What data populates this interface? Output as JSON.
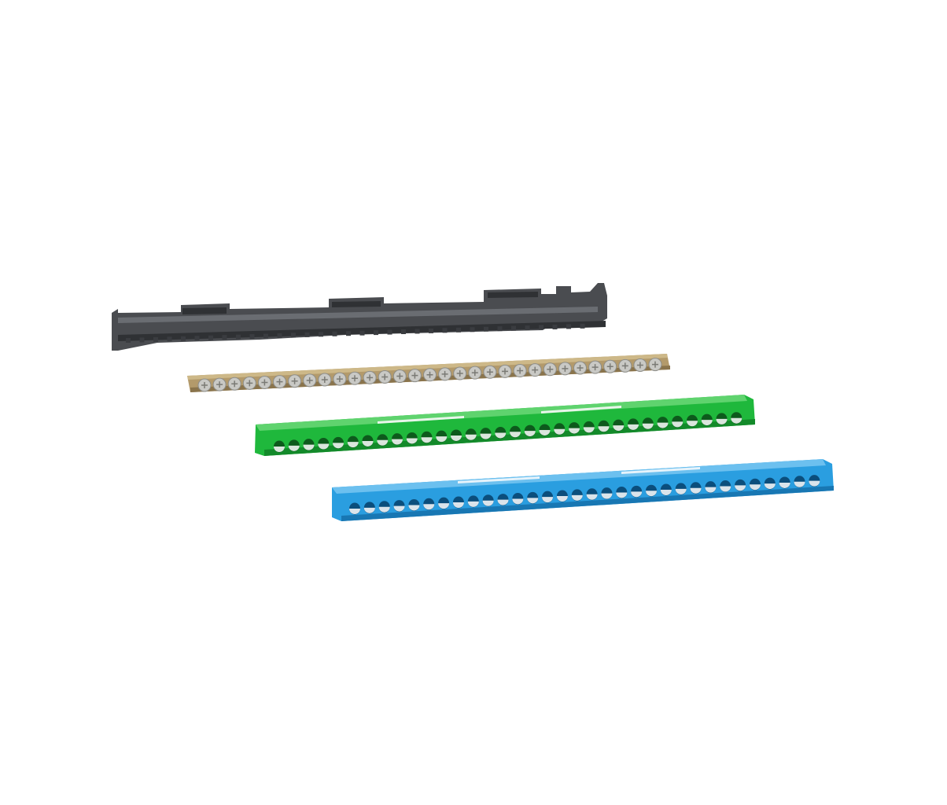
{
  "scene": {
    "background": "#ffffff",
    "subject": "terminal-bar-kit"
  },
  "parts": [
    {
      "id": "support-rail",
      "color": "#4a4c50",
      "shade": "#2f3134",
      "highlight": "#6a6d72"
    },
    {
      "id": "brass-terminal-strip",
      "color": "#b39a6b",
      "shade": "#8a744c",
      "screws": 31,
      "screw_color": "#c9c9c5"
    },
    {
      "id": "green-terminal-cover",
      "color": "#1fb83c",
      "shade": "#138a2a",
      "holes": 32,
      "hole_color": "#0d5a1c"
    },
    {
      "id": "blue-terminal-cover",
      "color": "#2a9ee0",
      "shade": "#1877b3",
      "holes": 32,
      "hole_color": "#0b4e7c"
    }
  ]
}
